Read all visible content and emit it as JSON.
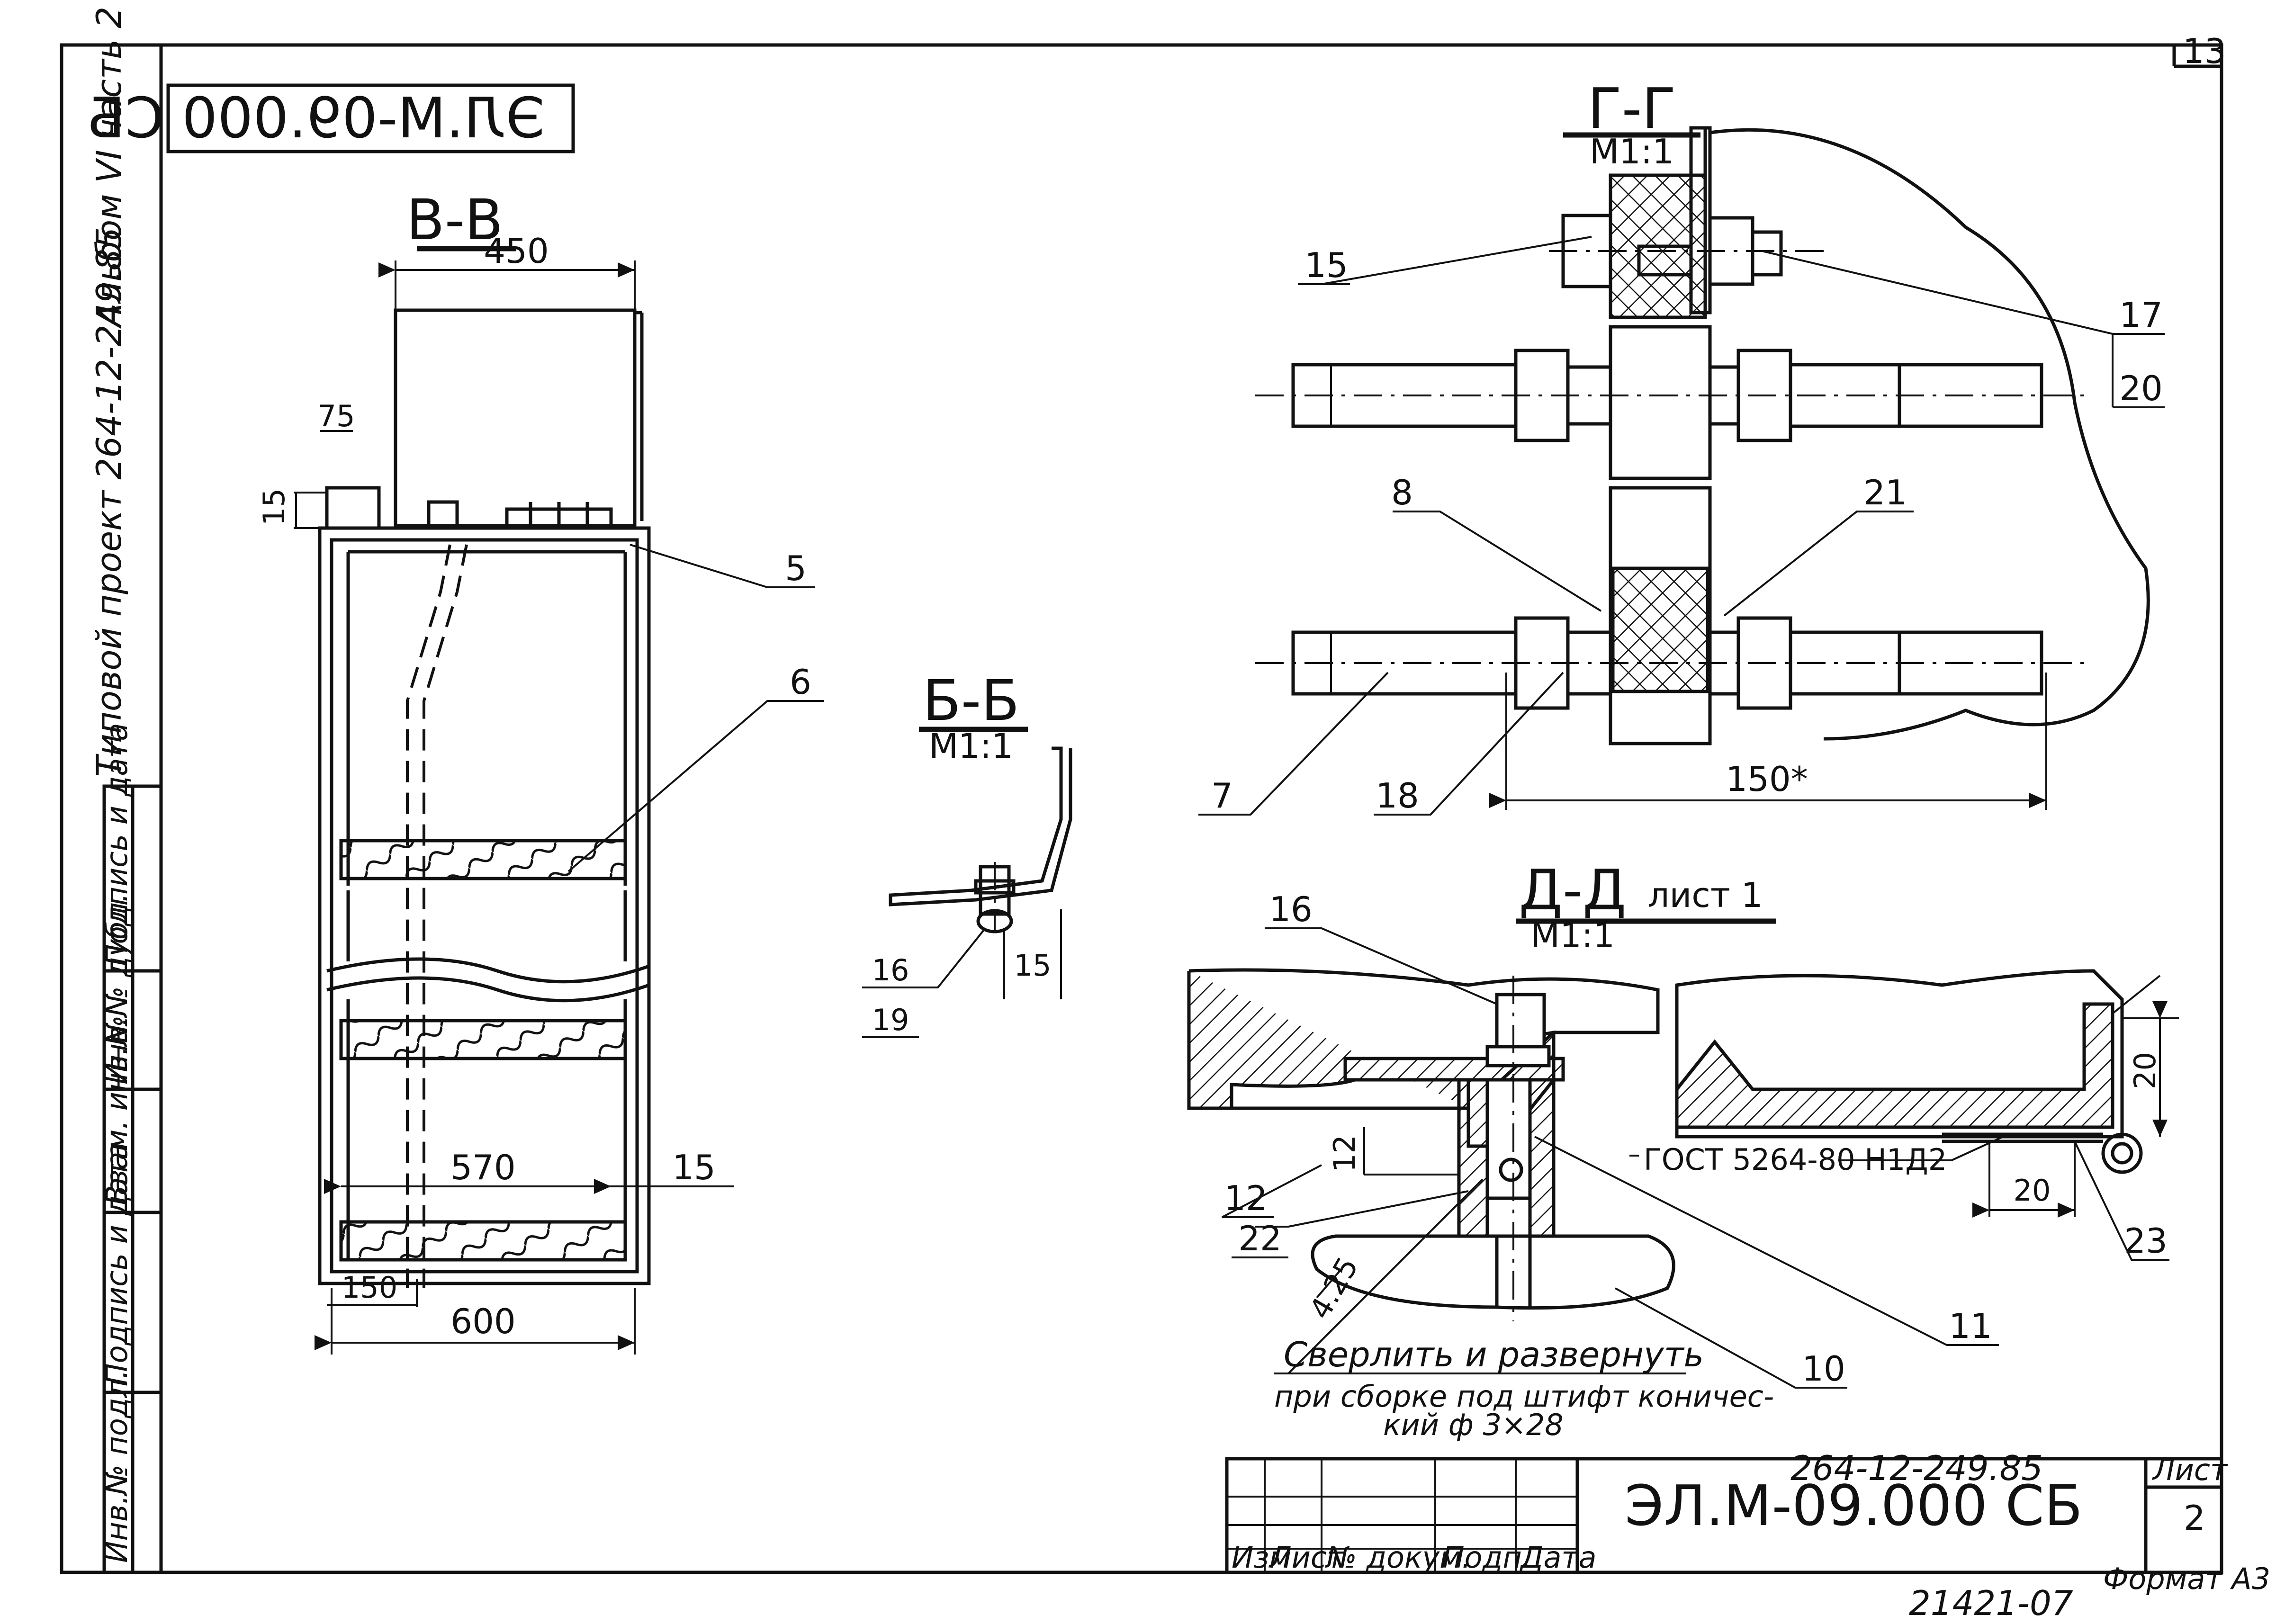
{
  "sheet": {
    "sheet_number": "13",
    "side_margin": {
      "project": "Типовой проект 264-12-249.85",
      "album": "Альбом VI часть 2"
    },
    "mirrored_stamp": "ЭЛ.М-09.000 СБ",
    "left_stamp_labels": [
      "Инв.№ подл.",
      "Подпись и дата",
      "Взам. инв.№",
      "Инв.№ дубл.",
      "Подпись и дата"
    ]
  },
  "views": {
    "vv": {
      "title": "В-В",
      "dims": {
        "top_width": "450",
        "left_75": "75",
        "left_15": "15",
        "inner_570": "570",
        "right_15": "15",
        "bottom_150": "150",
        "bottom_600": "600"
      },
      "callouts": {
        "c5": "5",
        "c6": "6"
      }
    },
    "bb": {
      "title": "Б-Б",
      "scale": "М1:1",
      "callouts": {
        "c16": "16",
        "c19": "19"
      },
      "dims": {
        "d15": "15"
      }
    },
    "gg": {
      "title": "Г-Г",
      "scale": "М1:1",
      "callouts": {
        "c15": "15",
        "c17": "17",
        "c20": "20",
        "c8": "8",
        "c21": "21",
        "c7": "7",
        "c18": "18"
      },
      "dims": {
        "d150": "150*"
      }
    },
    "dd": {
      "title": "Д-Д",
      "sheet_ref": "лист 1",
      "scale": "М1:1",
      "callouts": {
        "c16": "16",
        "c12": "12",
        "c22": "22",
        "c23": "23",
        "c10": "10",
        "c11": "11"
      },
      "dims": {
        "d12": "12",
        "d20v": "20",
        "d20h": "20",
        "d4_25": "4.25"
      },
      "weld_note": "ГОСТ 5264-80 Н1Д2",
      "note_line1": "Сверлить и развернуть",
      "note_line2": "при сборке под штифт коничес-",
      "note_line3": "кий ф 3×28"
    }
  },
  "title_block": {
    "project_code": "264-12-249.85",
    "doc_code": "ЭЛ.М-09.000 СБ",
    "headers": [
      "Изм",
      "Лист",
      "№ докум.",
      "Подп.",
      "Дата"
    ],
    "sheet_label": "Лист",
    "sheet_value": "2"
  },
  "footer": {
    "format": "Формат А3",
    "inventory": "21421-07"
  }
}
